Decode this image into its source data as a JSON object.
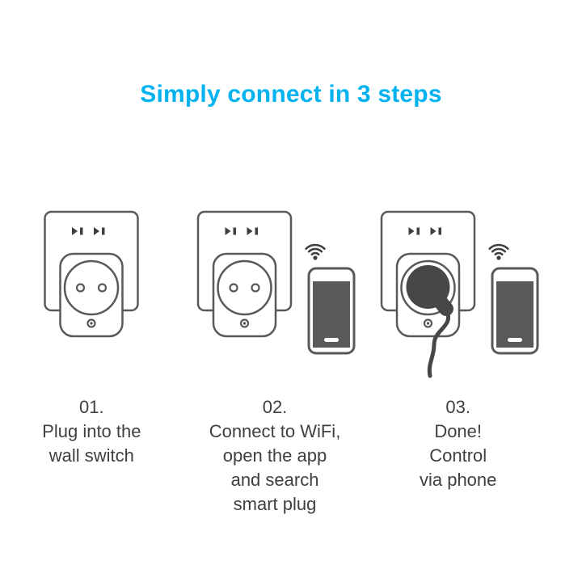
{
  "title": "Simply connect in 3 steps",
  "colors": {
    "accent": "#00b2ef",
    "text": "#3f3f41",
    "line": "#58595b",
    "dark": "#474749"
  },
  "steps": [
    {
      "number": "01.",
      "caption_lines": [
        "Plug into the",
        "wall switch"
      ],
      "icons": [
        "wall-outlet-icon",
        "smart-plug-icon"
      ]
    },
    {
      "number": "02.",
      "caption_lines": [
        "Connect to WiFi,",
        "open the app",
        "and search",
        "smart plug"
      ],
      "icons": [
        "wall-outlet-icon",
        "smart-plug-icon",
        "wifi-icon",
        "phone-icon"
      ]
    },
    {
      "number": "03.",
      "caption_lines": [
        "Done!",
        "Control",
        "via phone"
      ],
      "icons": [
        "wall-outlet-icon",
        "smart-plug-icon",
        "power-plug-icon",
        "wifi-icon",
        "phone-icon"
      ]
    }
  ]
}
